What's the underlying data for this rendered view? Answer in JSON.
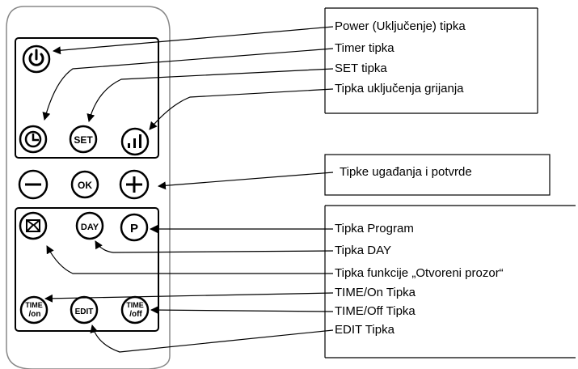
{
  "remote": {
    "buttons": {
      "set": "SET",
      "ok": "OK",
      "day": "DAY",
      "program": "P",
      "time_on_top": "TIME",
      "time_on_bottom": "/on",
      "edit": "EDIT",
      "time_off_top": "TIME",
      "time_off_bottom": "/off"
    }
  },
  "callouts": {
    "power": "Power (Uključenje) tipka",
    "timer": "Timer tipka",
    "set": "SET tipka",
    "heating": "Tipka uključenja grijanja",
    "adjust": "Tipke ugađanja i potvrde",
    "program": "Tipka Program",
    "day": "Tipka DAY",
    "window": "Tipka funkcije „Otvoreni prozor“",
    "time_on": "TIME/On Tipka",
    "time_off": "TIME/Off Tipka",
    "edit": "EDIT Tipka"
  }
}
